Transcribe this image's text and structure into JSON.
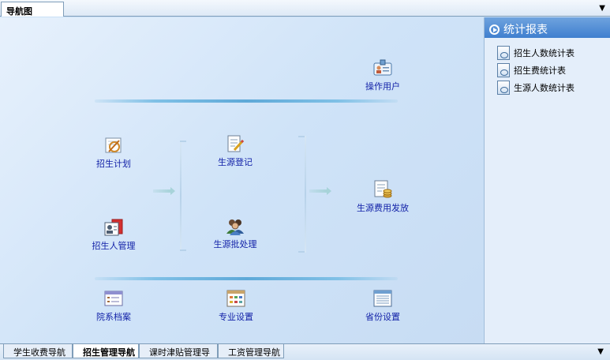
{
  "top_tab": {
    "label": "导航图"
  },
  "dropdown_glyph": "▼",
  "right_panel": {
    "title": "统计报表",
    "items": [
      {
        "label": "招生人数统计表"
      },
      {
        "label": "招生费统计表"
      },
      {
        "label": "生源人数统计表"
      }
    ]
  },
  "nodes": {
    "operator": "操作用户",
    "enroll_plan": "招生计划",
    "source_register": "生源登记",
    "source_fee": "生源费用发放",
    "enroll_staff": "招生人管理",
    "source_batch": "生源批处理",
    "dept_archive": "院系档案",
    "major_setting": "专业设置",
    "province_setting": "省份设置"
  },
  "bottom_tabs": [
    {
      "label": "学生收费导航图",
      "active": false
    },
    {
      "label": "招生管理导航图",
      "active": true
    },
    {
      "label": "课时津贴管理导航图",
      "active": false
    },
    {
      "label": "工资管理导航图",
      "active": false
    }
  ]
}
